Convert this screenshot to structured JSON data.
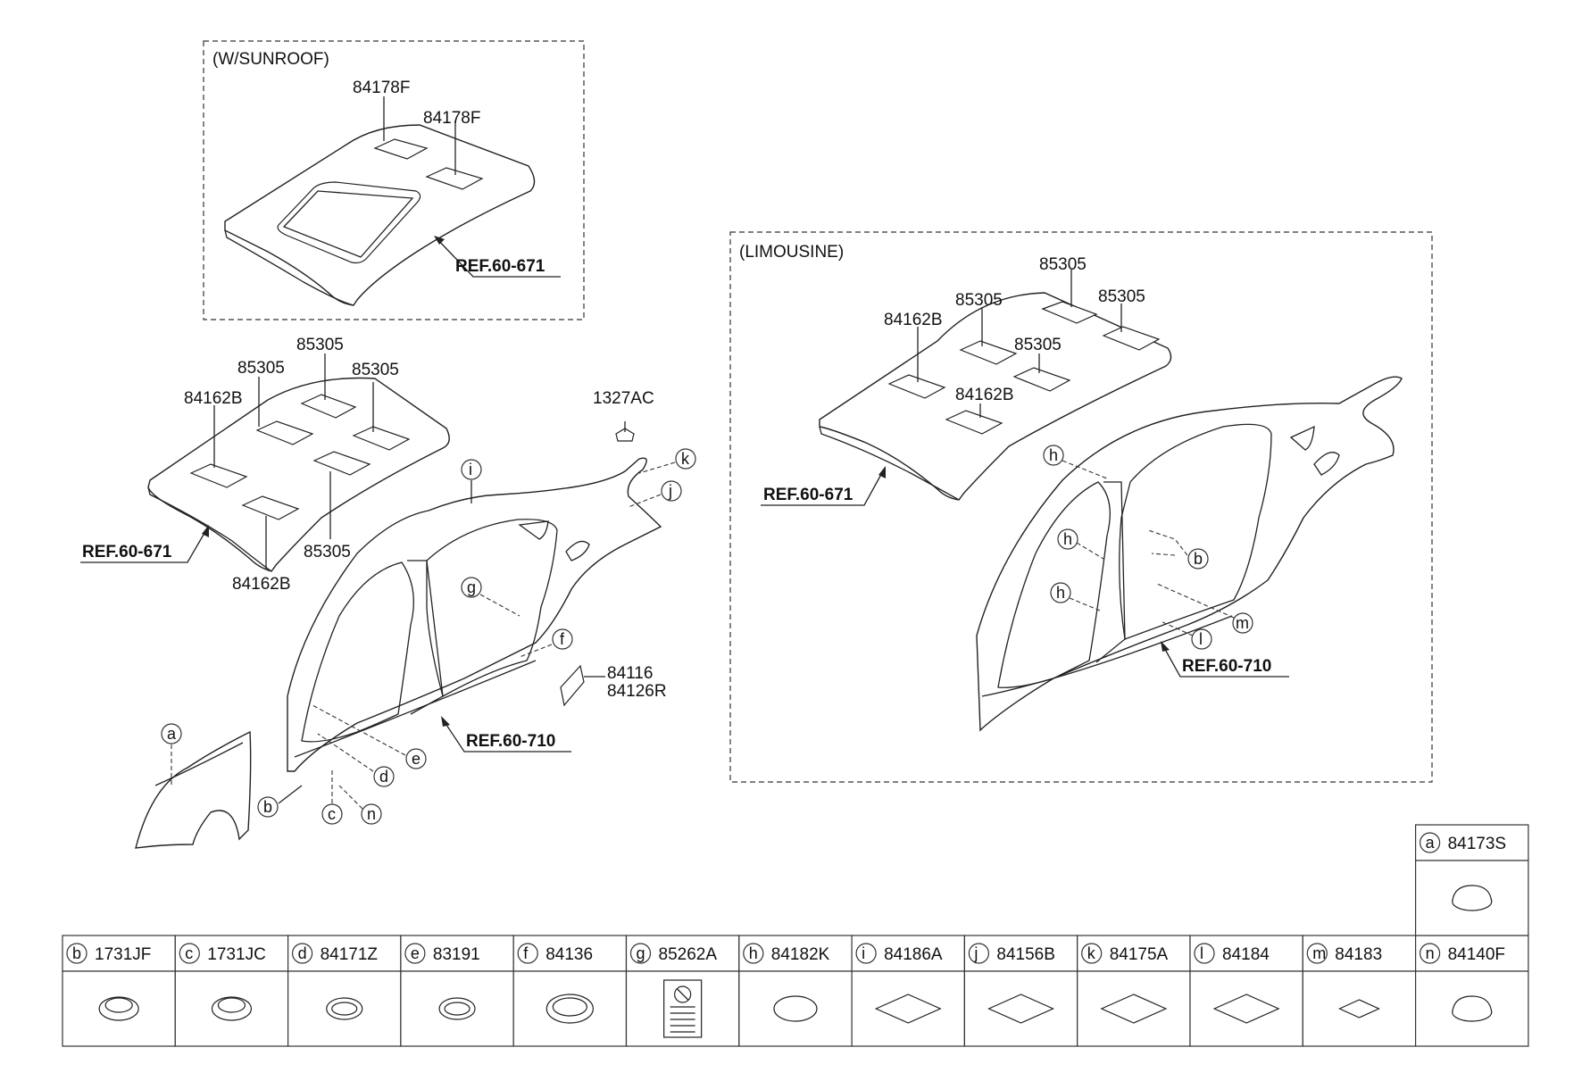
{
  "sunroof_group": {
    "title": "(W/SUNROOF)",
    "labels": [
      "84178F",
      "84178F"
    ],
    "ref": "REF.60-671"
  },
  "limousine_group": {
    "title": "(LIMOUSINE)",
    "labels": [
      "85305",
      "85305",
      "85305",
      "85305",
      "84162B",
      "84162B"
    ],
    "callouts": [
      "h",
      "h",
      "h",
      "b",
      "m",
      "l"
    ],
    "ref_roof": "REF.60-671",
    "ref_body": "REF.60-710"
  },
  "main_group": {
    "labels": [
      "85305",
      "85305",
      "85305",
      "85305",
      "84162B",
      "84162B",
      "1327AC",
      "84116",
      "84126R"
    ],
    "callouts": [
      "i",
      "k",
      "j",
      "g",
      "f",
      "a",
      "e",
      "d",
      "b",
      "c",
      "n"
    ],
    "ref_roof": "REF.60-671",
    "ref_body": "REF.60-710"
  },
  "parts_table": [
    {
      "letter": "b",
      "part": "1731JF",
      "shape": "grommet"
    },
    {
      "letter": "c",
      "part": "1731JC",
      "shape": "grommet"
    },
    {
      "letter": "d",
      "part": "84171Z",
      "shape": "plug-oval"
    },
    {
      "letter": "e",
      "part": "83191",
      "shape": "plug-oval"
    },
    {
      "letter": "f",
      "part": "84136",
      "shape": "plug-large"
    },
    {
      "letter": "g",
      "part": "85262A",
      "shape": "label-sheet"
    },
    {
      "letter": "h",
      "part": "84182K",
      "shape": "oval-pad"
    },
    {
      "letter": "i",
      "part": "84186A",
      "shape": "diamond-pad"
    },
    {
      "letter": "j",
      "part": "84156B",
      "shape": "diamond-pad"
    },
    {
      "letter": "k",
      "part": "84175A",
      "shape": "diamond-pad"
    },
    {
      "letter": "l",
      "part": "84184",
      "shape": "diamond-pad"
    },
    {
      "letter": "m",
      "part": "84183",
      "shape": "diamond-small"
    },
    {
      "letter": "n",
      "part": "84140F",
      "shape": "cap"
    }
  ],
  "extra_cell": {
    "letter": "a",
    "part": "84173S",
    "shape": "cap"
  }
}
